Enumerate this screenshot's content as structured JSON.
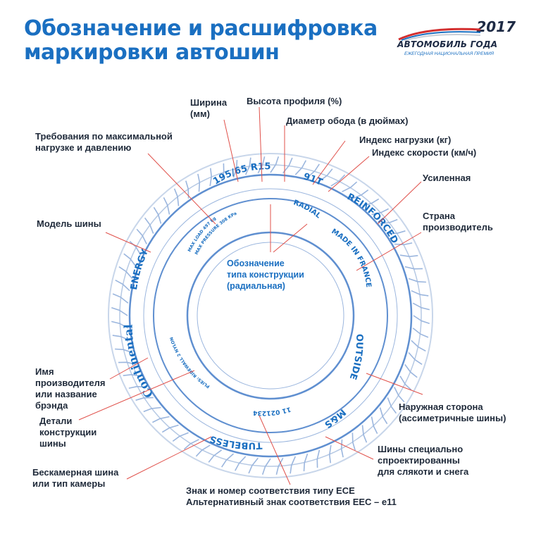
{
  "title": {
    "line1": "Обозначение и расшифровка",
    "line2": "маркировки автошин"
  },
  "logo": {
    "year": "2017",
    "name": "АВТОМОБИЛЬ ГОДА",
    "subtitle": "ЕЖЕГОДНАЯ НАЦИОНАЛЬНАЯ ПРЕМИЯ"
  },
  "labels": {
    "width": "Ширина\n(мм)",
    "profile_height": "Высота профиля (%)",
    "rim_diameter": "Диаметр обода (в дюймах)",
    "load_index": "Индекс нагрузки (кг)",
    "speed_index": "Индекс скорости (км/ч)",
    "max_load_requirements": "Требования по максимальной\nнагрузке и давлению",
    "reinforced": "Усиленная",
    "country": "Страна\nпроизводитель",
    "model": "Модель шины",
    "construction": "Обозначение\nтипа конструкции\n(радиальная)",
    "manufacturer": "Имя\nпроизводителя\nили название\nбрэнда",
    "construction_details": "Детали\nконструкции\nшины",
    "outer_side": "Наружная сторона\n(ассиметричные шины)",
    "mud_snow": "Шины специально\nспроектированны\nдля слякоти и снега",
    "tubeless": "Бескамерная шина\nили тип камеры",
    "ece": "Знак и номер соответствия типу ECE\nАльтернативный знак соответствия EEC – e11"
  },
  "tire_markings": {
    "size": "195/65 R15",
    "service": "91T",
    "radial": "RADIAL",
    "reinforced": "REINFORCED",
    "made_in": "MADE IN FRANCE",
    "outside": "OUTSIDE",
    "mud_snow": "M&S",
    "ece_code": "11 021234",
    "tubeless": "TUBELESS",
    "plies": "PLIES: RIDEWALL 2 NYLON",
    "brand": "Continental",
    "model": "ENERGY",
    "max_load": "MAX LOAD 497 kg",
    "max_pressure": "MAX PRESSURE 308 KPa"
  },
  "colors": {
    "accent": "#1a6fc1",
    "text": "#1f2a3a",
    "leader": "#e0504a"
  }
}
